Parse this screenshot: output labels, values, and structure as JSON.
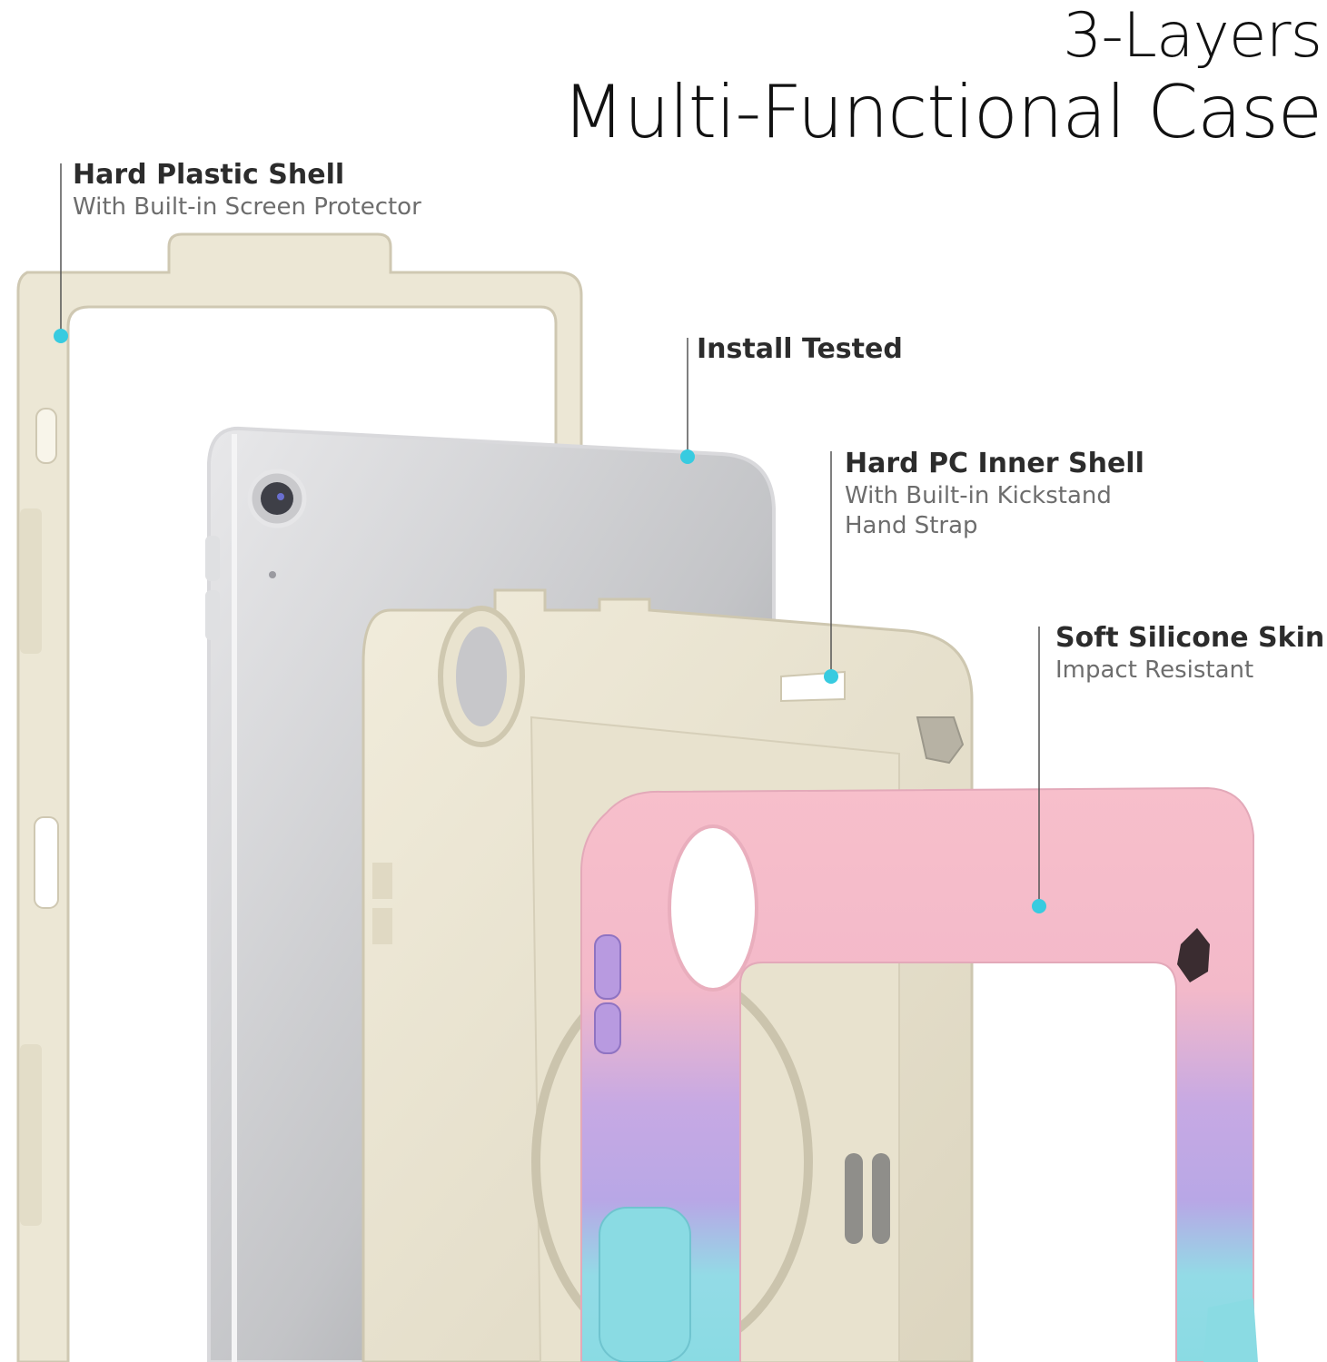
{
  "header": {
    "line1": "3-Layers",
    "line2": "Multi-Functional Case"
  },
  "callouts": {
    "hard_plastic_shell": {
      "title": "Hard Plastic Shell",
      "subtitle": "With Built-in Screen Protector"
    },
    "install_tested": {
      "title": "Install Tested"
    },
    "hard_pc_inner_shell": {
      "title": "Hard PC Inner Shell",
      "subtitle1": "With Built-in Kickstand",
      "subtitle2": "Hand Strap"
    },
    "soft_silicone_skin": {
      "title": "Soft Silicone Skin",
      "subtitle": "Impact Resistant"
    }
  },
  "colors": {
    "marker": "#38cbe0",
    "frame": "#ece7d5",
    "frame_edge": "#d4ceba",
    "tablet": "#c8c9cc",
    "pink": "#f5b8c6",
    "lavender": "#c6a8e2",
    "aqua": "#8fdde6"
  }
}
